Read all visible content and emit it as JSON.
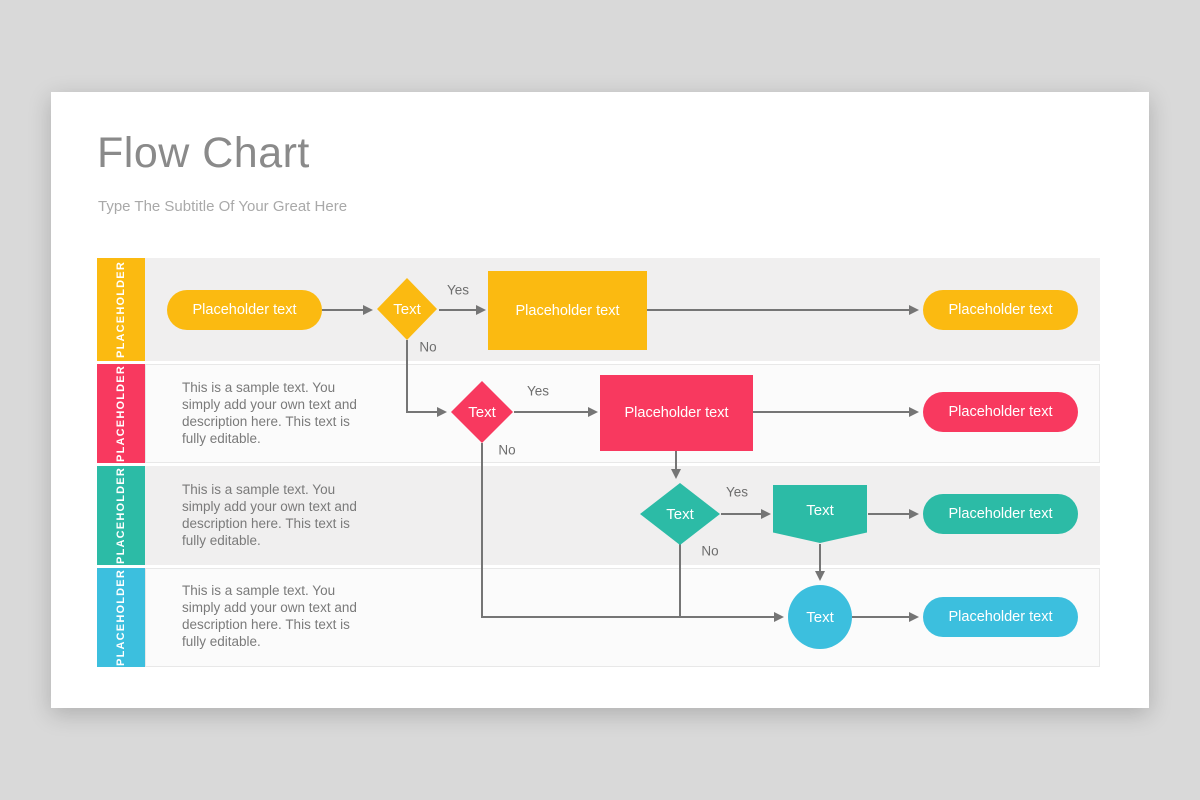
{
  "title": "Flow Chart",
  "subtitle": "Type The Subtitle Of Your Great Here",
  "labels": {
    "band": "PLACEHOLDER",
    "pill": "Placeholder text",
    "shape": "Text",
    "yes": "Yes",
    "no": "No"
  },
  "sample_lines": [
    "This is a sample text. You",
    "simply add your own text and",
    "description here. This text is",
    "fully editable."
  ],
  "colors": {
    "row1": "#FBBA11",
    "row2": "#F8395F",
    "row3": "#2CBBA6",
    "row4": "#3CBFDE",
    "connector": "#757575",
    "row_bg_odd": "#F0EFEF",
    "row_bg_even": "#FBFBFB",
    "canvas_bg": "#D9D9D9"
  }
}
